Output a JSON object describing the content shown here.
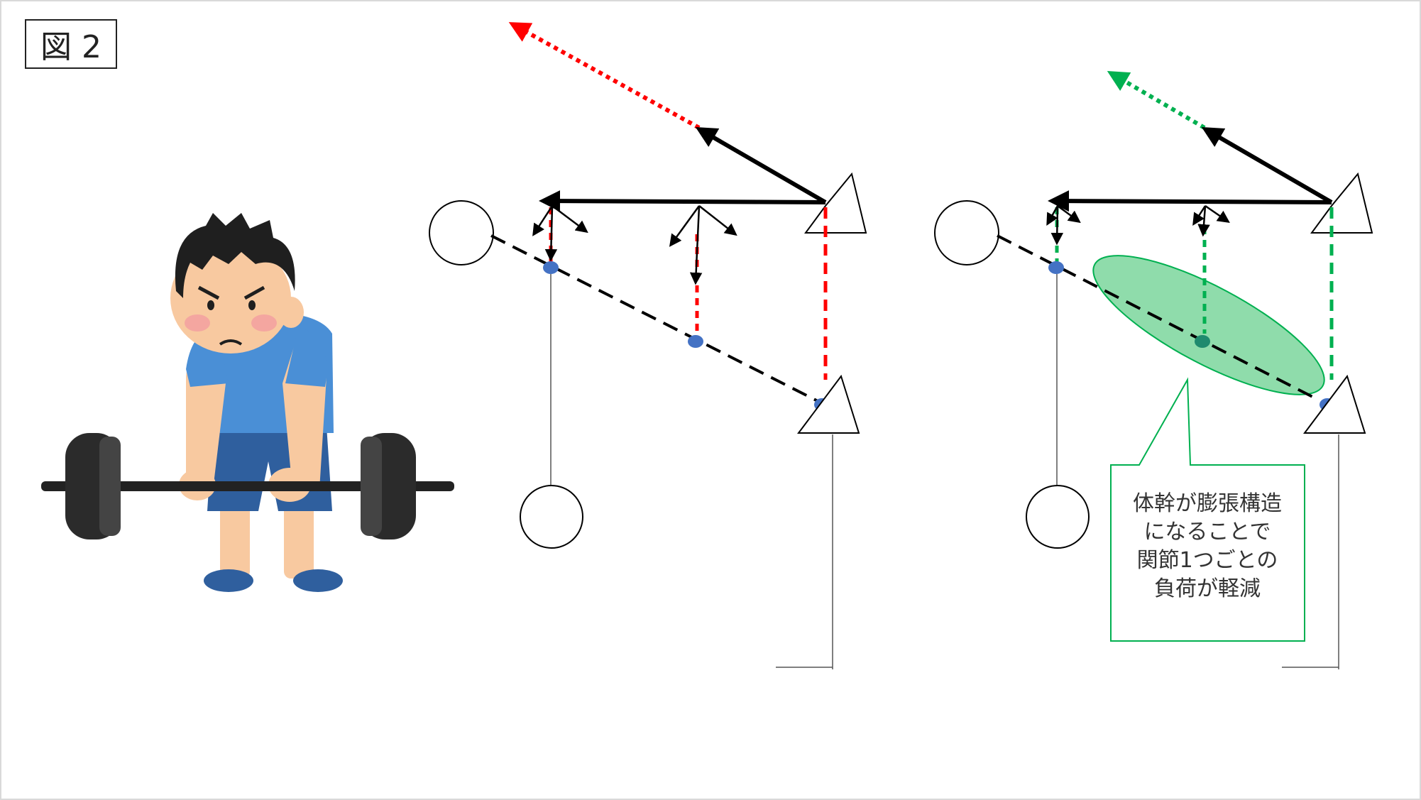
{
  "figure_label": "図 2",
  "callout": {
    "lines": [
      "体幹が膨張構造",
      "になることで",
      "関節1つごとの",
      "負荷が軽減"
    ]
  },
  "colors": {
    "red_accent": "#ff0000",
    "green_accent": "#00b050",
    "green_fill": "#8fdcab",
    "joint_blue": "#4472c4",
    "figure_skin": "#f8c9a0",
    "figure_shirt": "#4a8fd6",
    "figure_shorts": "#2f5f9e",
    "figure_hair": "#1f1f1f",
    "barbell": "#333333"
  }
}
